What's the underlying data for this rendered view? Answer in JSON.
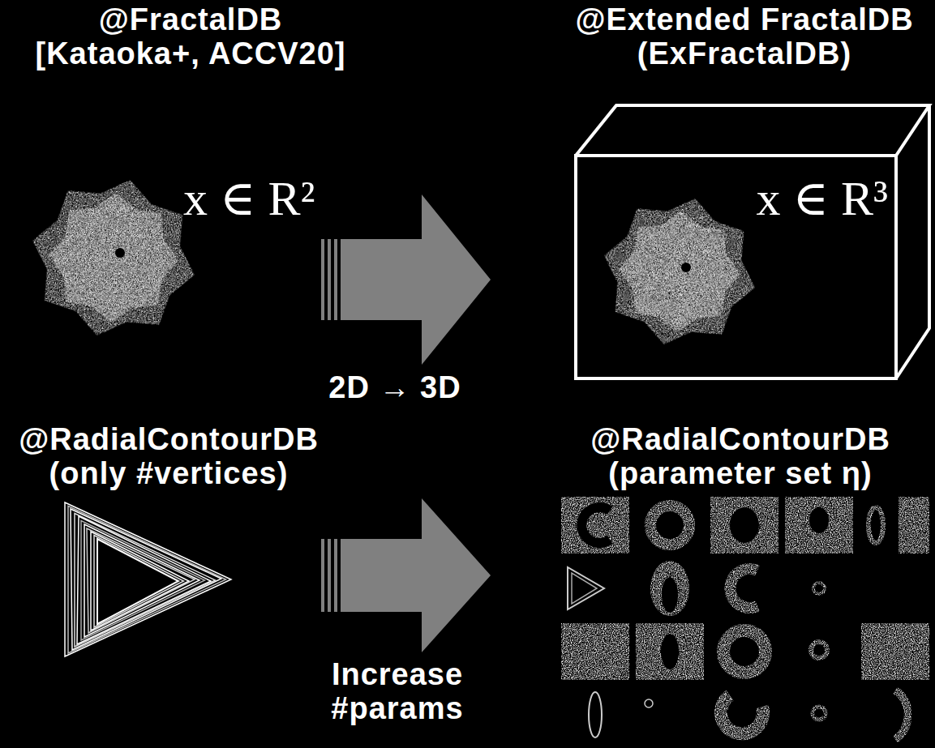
{
  "diagram": {
    "nodes": [
      {
        "text": [
          "@Extended FractalDB (ExFractalDB)",
          "x ∈ R³"
        ]
      }
    ],
    "labels": [
      "@FractalDB [Kataoka+, ACCV20]",
      "x ∈ R²",
      "2D → 3D",
      "@RadialContourDB (only #vertices)",
      "@RadialContourDB (parameter set η)",
      "Increase #params"
    ]
  }
}
